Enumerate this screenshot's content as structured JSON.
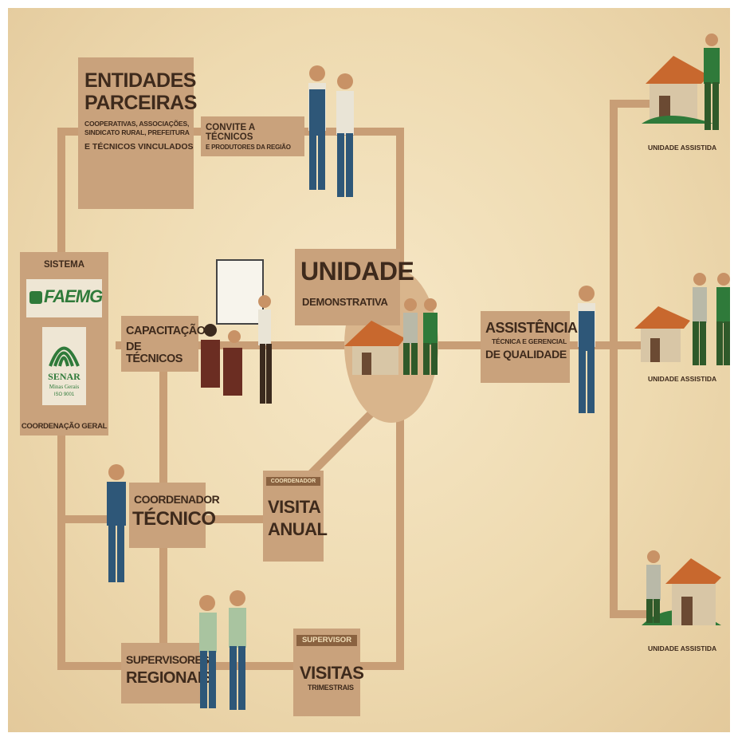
{
  "entidades": {
    "title1": "ENTIDADES",
    "title2": "PARCEIRAS",
    "sub1": "COOPERATIVAS, ASSOCIAÇÕES,",
    "sub2": "SINDICATO RURAL, PREFEITURA",
    "sub3": "E TÉCNICOS VINCULADOS"
  },
  "convite": {
    "line1": "CONVITE A TÉCNICOS",
    "line2": "E PRODUTORES DA REGIÃO"
  },
  "sistema": {
    "title": "SISTEMA",
    "faemg": "FAEMG",
    "senar": "SENAR",
    "senar_sub1": "Minas Gerais",
    "senar_sub2": "ISO 9001",
    "footer": "COORDENAÇÃO GERAL"
  },
  "capacitacao": {
    "line1": "CAPACITAÇÃO",
    "line2": "DE TÉCNICOS"
  },
  "unidade": {
    "title": "UNIDADE",
    "sub": "DEMONSTRATIVA"
  },
  "assistencia": {
    "title": "ASSISTÊNCIA",
    "sub1": "TÉCNICA E GERENCIAL",
    "sub2": "DE QUALIDADE"
  },
  "coordenador": {
    "line1": "COORDENADOR",
    "line2": "TÉCNICO"
  },
  "visita_anual": {
    "tag": "COORDENADOR",
    "line1": "VISITA",
    "line2": "ANUAL"
  },
  "supervisores": {
    "line1": "SUPERVISORES",
    "line2": "REGIONAIS"
  },
  "visitas": {
    "tag": "SUPERVISOR",
    "line1": "VISITAS",
    "line2": "TRIMESTRAIS"
  },
  "unidades_assistidas": [
    "UNIDADE ASSISTIDA",
    "UNIDADE ASSISTIDA",
    "UNIDADE ASSISTIDA"
  ],
  "colors": {
    "background": "#f1dfb9",
    "box": "#c9a27c",
    "line": "#c89e76",
    "text": "#3e2a1c",
    "tag": "#8a6240",
    "green": "#2f7a3a"
  }
}
